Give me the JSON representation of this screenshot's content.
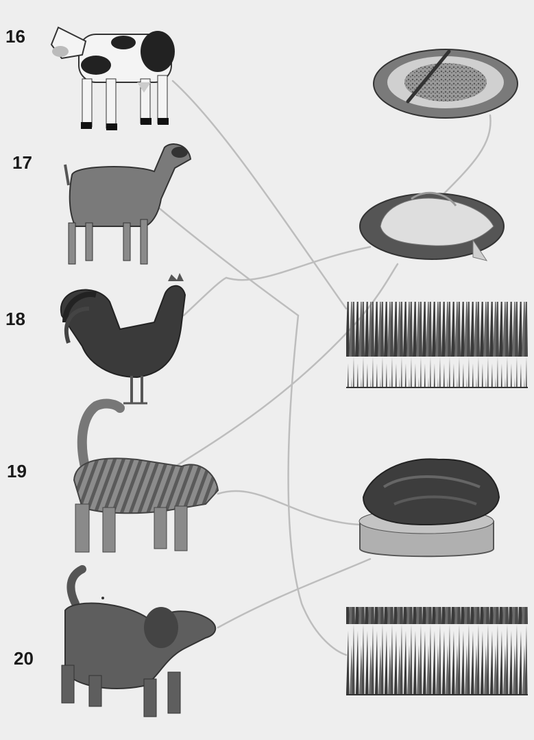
{
  "worksheet": {
    "items": [
      {
        "number": "16",
        "animal": "cow"
      },
      {
        "number": "17",
        "animal": "goat"
      },
      {
        "number": "18",
        "animal": "rooster"
      },
      {
        "number": "19",
        "animal": "cat"
      },
      {
        "number": "20",
        "animal": "dog"
      }
    ],
    "foods": [
      "grain-plate",
      "fish-plate",
      "grass",
      "meat-bowl",
      "grass"
    ]
  },
  "colors": {
    "paper": "#eeeeee",
    "ink": "#1a1a1a",
    "pencil_line": "#bdbdbd"
  }
}
